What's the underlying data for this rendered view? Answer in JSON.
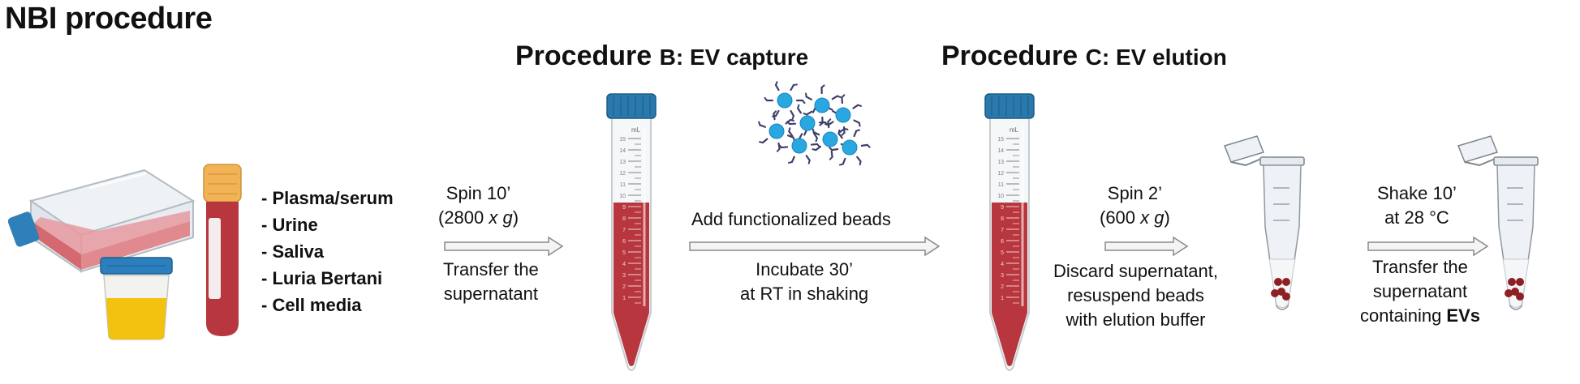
{
  "title": "NBI procedure",
  "procedure_b": {
    "word": "Procedure",
    "suffix": "B: EV capture"
  },
  "procedure_c": {
    "word": "Procedure",
    "suffix": "C: EV elution"
  },
  "samples": [
    "- Plasma/serum",
    "- Urine",
    "- Saliva",
    "- Luria Bertani",
    "- Cell media"
  ],
  "step1": {
    "top_a": "Spin 10’",
    "top_b_pre": "(2800 ",
    "top_b_italic": "x g",
    "top_b_post": ")",
    "bottom_a": "Transfer the",
    "bottom_b": "supernatant"
  },
  "step2": {
    "top": "Add functionalized beads",
    "bottom_a": "Incubate 30’",
    "bottom_b": "at RT in shaking"
  },
  "step3": {
    "top_a": "Spin 2’",
    "top_b_pre": "(600 ",
    "top_b_italic": "x g",
    "top_b_post": ")",
    "bottom_a": "Discard supernatant,",
    "bottom_b": "resuspend beads",
    "bottom_c": "with elution buffer"
  },
  "step4": {
    "top_a": "Shake 10’",
    "top_b": "at 28 °C",
    "bottom_a": "Transfer the",
    "bottom_b": "supernatant",
    "bottom_c_pre": "containing ",
    "bottom_c_bold": "EVs"
  },
  "tube_scale": [
    "15",
    "14",
    "13",
    "12",
    "11",
    "10",
    "9",
    "8",
    "7",
    "6",
    "5",
    "4",
    "3",
    "2",
    "1"
  ],
  "tube_unit": "mL",
  "icons": [
    "culture-flask-icon",
    "blood-tube-icon",
    "urine-cup-icon",
    "falcon-tube-icon",
    "beads-cluster-icon",
    "microtube-icon",
    "arrow-icon"
  ],
  "colors": {
    "sample_red": "#b8363d",
    "cap_blue": "#2a79ad",
    "bead_blue": "#29a7e1",
    "antibody": "#3c3f6b",
    "urine_yellow": "#f2c20f",
    "tube_wall": "#c7ccd1"
  }
}
